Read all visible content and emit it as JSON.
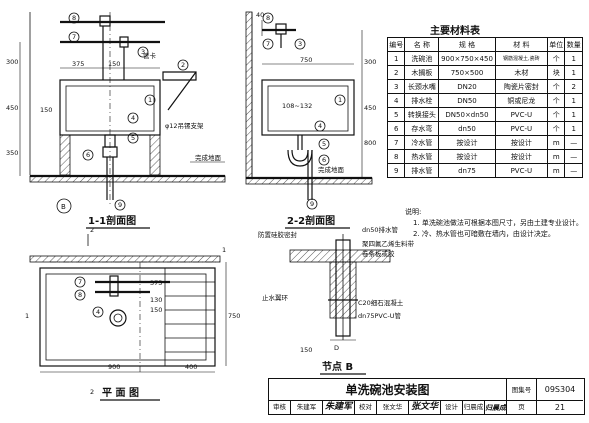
{
  "materials": {
    "title": "主要材料表",
    "headers": [
      "编号",
      "名 称",
      "规 格",
      "材 料",
      "单位",
      "数量"
    ],
    "rows": [
      [
        "1",
        "洗碗池",
        "900×750×450",
        "钢筋混凝土,瓷砖",
        "个",
        "1"
      ],
      [
        "2",
        "木搁板",
        "750×500",
        "木材",
        "块",
        "1"
      ],
      [
        "3",
        "长颈水嘴",
        "DN20",
        "陶瓷片密封",
        "个",
        "2"
      ],
      [
        "4",
        "排水栓",
        "DN50",
        "铜或尼龙",
        "个",
        "1"
      ],
      [
        "5",
        "转换接头",
        "DN50×dn50",
        "PVC-U",
        "个",
        "1"
      ],
      [
        "6",
        "存水弯",
        "dn50",
        "PVC-U",
        "个",
        "1"
      ],
      [
        "7",
        "冷水管",
        "按设计",
        "按设计",
        "m",
        "—"
      ],
      [
        "8",
        "热水管",
        "按设计",
        "按设计",
        "m",
        "—"
      ],
      [
        "9",
        "排水管",
        "dn75",
        "PVC-U",
        "m",
        "—"
      ]
    ]
  },
  "notes": {
    "heading": "说明:",
    "lines": [
      "1. 单洗碗池做法可根据本图尺寸，另由土建专业设计。",
      "2. 冷、热水管也可暗敷在墙内，由设计决定。"
    ]
  },
  "views": {
    "section11": {
      "title": "1-1剖面图",
      "dims": [
        "375",
        "150",
        "300",
        "450",
        "350",
        "150"
      ],
      "labels": [
        "管卡",
        "φ12吊镙支架",
        "完成地面",
        "B"
      ],
      "callouts": [
        "8",
        "7",
        "3",
        "2",
        "1",
        "4",
        "5",
        "6",
        "9"
      ]
    },
    "section22": {
      "title": "2-2剖面图",
      "dims": [
        "40",
        "750",
        "300",
        "450",
        "108~132",
        "800"
      ],
      "labels": [
        "完成地面"
      ],
      "callouts": [
        "8",
        "7",
        "3",
        "1",
        "4",
        "5",
        "6",
        "9"
      ]
    },
    "plan": {
      "title": "平 面 图",
      "dims": [
        "375",
        "130",
        "150",
        "750",
        "900",
        "400"
      ],
      "callouts": [
        "7",
        "8",
        "4"
      ],
      "section_marks": [
        "2",
        "2",
        "1",
        "1"
      ]
    },
    "detailB": {
      "title": "节点 B",
      "labels": [
        "防置硅胶密封",
        "dn50排水管",
        "聚四氟乙烯生料带",
        "卷条板或胶",
        "止水翼环",
        "C20细石混凝土",
        "dn75PVC-U管"
      ],
      "dims": [
        "D",
        "150",
        "D"
      ]
    }
  },
  "title_block": {
    "title": "单洗碗池安装图",
    "atlas_label": "图集号",
    "atlas_no": "09S304",
    "page_label": "页",
    "page_no": "21",
    "roles": [
      "审核",
      "朱建军",
      "校对",
      "张文华",
      "设计",
      "归晨成"
    ],
    "signatures": [
      "朱建军",
      "张文华",
      "归晨成"
    ]
  }
}
